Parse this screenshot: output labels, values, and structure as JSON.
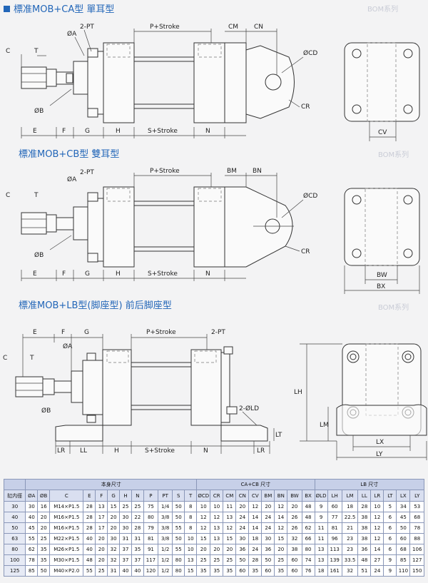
{
  "sections": {
    "ca_title": "標准MOB+CA型 單耳型",
    "cb_title": "標准MOB+CB型 雙耳型",
    "lb_title": "標准MOB+LB型(脚座型) 前后脚座型",
    "ghost_1": "BOM系列",
    "ghost_2": "BOM系列",
    "ghost_3": "BOM系列"
  },
  "labels": {
    "ca": {
      "c": "C",
      "t": "T",
      "phi_a": "ØA",
      "phi_b": "ØB",
      "pt": "2-PT",
      "p_stroke": "P+Stroke",
      "cm": "CM",
      "cn": "CN",
      "phi_cd": "ØCD",
      "cr": "CR",
      "e": "E",
      "f": "F",
      "g": "G",
      "h": "H",
      "s_stroke": "S+Stroke",
      "n": "N",
      "cv": "CV"
    },
    "cb": {
      "c": "C",
      "t": "T",
      "phi_a": "ØA",
      "phi_b": "ØB",
      "pt": "2-PT",
      "p_stroke": "P+Stroke",
      "bm": "BM",
      "bn": "BN",
      "phi_cd": "ØCD",
      "cr": "CR",
      "e": "E",
      "f": "F",
      "g": "G",
      "h": "H",
      "s_stroke": "S+Stroke",
      "n": "N",
      "bw": "BW",
      "bx": "BX"
    },
    "lb": {
      "e": "E",
      "f": "F",
      "g": "G",
      "p_stroke": "P+Stroke",
      "pt": "2-PT",
      "phi_a": "ØA",
      "c": "C",
      "t": "T",
      "phi_b": "ØB",
      "phi_ld": "2-ØLD",
      "lr": "LR",
      "ll": "LL",
      "h": "H",
      "s_stroke": "S+Stroke",
      "n": "N",
      "lr2": "LR",
      "lt": "LT",
      "lh": "LH",
      "lm": "LM",
      "lx": "LX",
      "ly": "LY"
    }
  },
  "table": {
    "groups": [
      "本身尺寸",
      "CA+CB 尺寸",
      "LB 尺寸"
    ],
    "headers": [
      "缸内徑",
      "ØA",
      "ØB",
      "C",
      "E",
      "F",
      "G",
      "H",
      "N",
      "P",
      "PT",
      "S",
      "T",
      "ØCD",
      "CR",
      "CM",
      "CN",
      "CV",
      "BM",
      "BN",
      "BW",
      "BX",
      "ØLD",
      "LH",
      "LM",
      "LL",
      "LR",
      "LT",
      "LX",
      "LY"
    ],
    "rows": [
      [
        "30",
        "30",
        "16",
        "M14×P1.5",
        "28",
        "13",
        "15",
        "25",
        "25",
        "75",
        "1/4",
        "50",
        "8",
        "10",
        "10",
        "11",
        "20",
        "12",
        "20",
        "12",
        "20",
        "48",
        "9",
        "60",
        "18",
        "28",
        "10",
        "5",
        "34",
        "53"
      ],
      [
        "40",
        "40",
        "20",
        "M16×P1.5",
        "28",
        "17",
        "20",
        "30",
        "22",
        "80",
        "3/8",
        "50",
        "8",
        "12",
        "12",
        "13",
        "24",
        "14",
        "24",
        "14",
        "26",
        "48",
        "9",
        "77",
        "22.5",
        "38",
        "12",
        "6",
        "45",
        "68"
      ],
      [
        "50",
        "45",
        "20",
        "M16×P1.5",
        "28",
        "17",
        "20",
        "30",
        "28",
        "79",
        "3/8",
        "55",
        "8",
        "12",
        "13",
        "12",
        "24",
        "14",
        "24",
        "12",
        "26",
        "62",
        "11",
        "81",
        "21",
        "38",
        "12",
        "6",
        "50",
        "78"
      ],
      [
        "63",
        "55",
        "25",
        "M22×P1.5",
        "40",
        "20",
        "30",
        "31",
        "31",
        "81",
        "3/8",
        "50",
        "10",
        "15",
        "13",
        "15",
        "30",
        "18",
        "30",
        "15",
        "32",
        "66",
        "11",
        "96",
        "23",
        "38",
        "12",
        "6",
        "60",
        "88"
      ],
      [
        "80",
        "62",
        "35",
        "M26×P1.5",
        "40",
        "20",
        "32",
        "37",
        "35",
        "91",
        "1/2",
        "55",
        "10",
        "20",
        "20",
        "20",
        "36",
        "24",
        "36",
        "20",
        "38",
        "80",
        "13",
        "113",
        "23",
        "36",
        "14",
        "6",
        "68",
        "106"
      ],
      [
        "100",
        "78",
        "35",
        "M30×P1.5",
        "48",
        "20",
        "32",
        "37",
        "37",
        "117",
        "1/2",
        "80",
        "13",
        "25",
        "25",
        "25",
        "50",
        "28",
        "50",
        "25",
        "60",
        "74",
        "13",
        "139",
        "33.5",
        "48",
        "27",
        "9",
        "85",
        "127"
      ],
      [
        "125",
        "85",
        "50",
        "M40×P2.0",
        "55",
        "25",
        "31",
        "40",
        "40",
        "120",
        "1/2",
        "80",
        "15",
        "35",
        "35",
        "35",
        "60",
        "35",
        "60",
        "35",
        "60",
        "76",
        "18",
        "161",
        "32",
        "51",
        "24",
        "9",
        "110",
        "150"
      ]
    ]
  }
}
